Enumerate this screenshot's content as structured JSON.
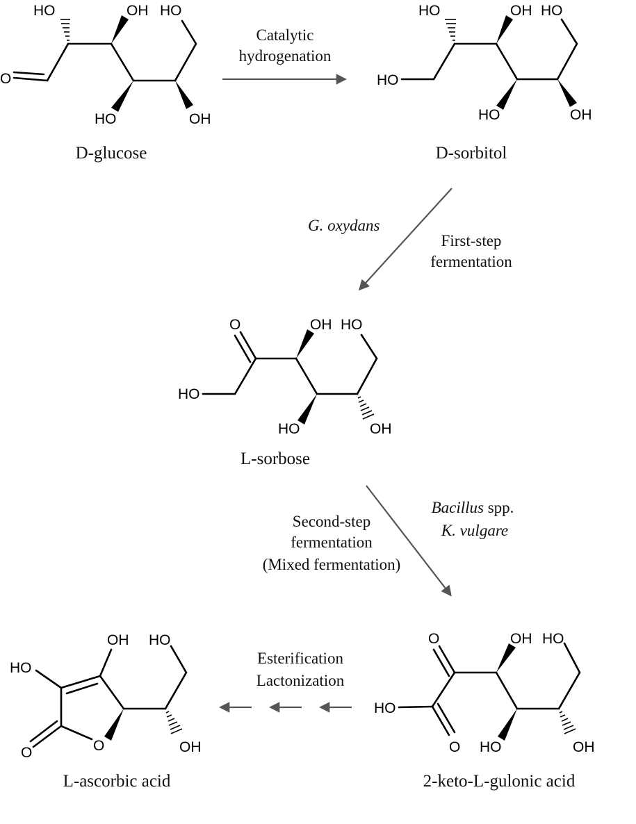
{
  "title": "Two-step fermentation pathway from D-glucose to L-ascorbic acid",
  "compounds": {
    "glucose": {
      "name": "D-glucose",
      "atoms": {
        "o_carbonyl": "O",
        "oh_c2": "HO",
        "oh_c3": "OH",
        "oh_c4": "HO",
        "oh_c5": "OH",
        "oh_c6": "HO"
      }
    },
    "sorbitol": {
      "name": "D-sorbitol",
      "atoms": {
        "oh_c1": "HO",
        "oh_c2": "HO",
        "oh_c3": "OH",
        "oh_c4": "HO",
        "oh_c5": "OH",
        "oh_c6": "HO"
      }
    },
    "sorbose": {
      "name": "L-sorbose",
      "atoms": {
        "o_carbonyl": "O",
        "oh_c1": "HO",
        "oh_c3": "OH",
        "oh_c4": "HO",
        "oh_c5": "OH",
        "oh_c6": "HO"
      }
    },
    "kga": {
      "name": "2-keto-L-gulonic acid",
      "atoms": {
        "o_keto": "O",
        "oh_acid": "HO",
        "o_acid": "O",
        "oh_c3": "OH",
        "oh_c4": "HO",
        "oh_c5": "OH",
        "oh_c6": "HO"
      }
    },
    "ascorbic": {
      "name": "L-ascorbic acid",
      "atoms": {
        "oh_c2": "HO",
        "oh_c3": "OH",
        "o_carbonyl": "O",
        "o_ring": "O",
        "oh_c5": "OH",
        "oh_c6": "HO"
      }
    }
  },
  "steps": {
    "hydrogenation": {
      "line1": "Catalytic",
      "line2": "hydrogenation"
    },
    "first_fermentation": {
      "organism": "G. oxydans",
      "line1": "First-step",
      "line2": "fermentation"
    },
    "second_fermentation": {
      "line1": "Second-step",
      "line2": "fermentation",
      "line3": "(Mixed fermentation)",
      "organism1": "Bacillus",
      "organism1_suffix": " spp.",
      "organism2": "K. vulgare"
    },
    "lactonization": {
      "line1": "Esterification",
      "line2": "Lactonization"
    }
  },
  "colors": {
    "bond": "#000000",
    "arrow": "#555555",
    "background": "#ffffff"
  }
}
